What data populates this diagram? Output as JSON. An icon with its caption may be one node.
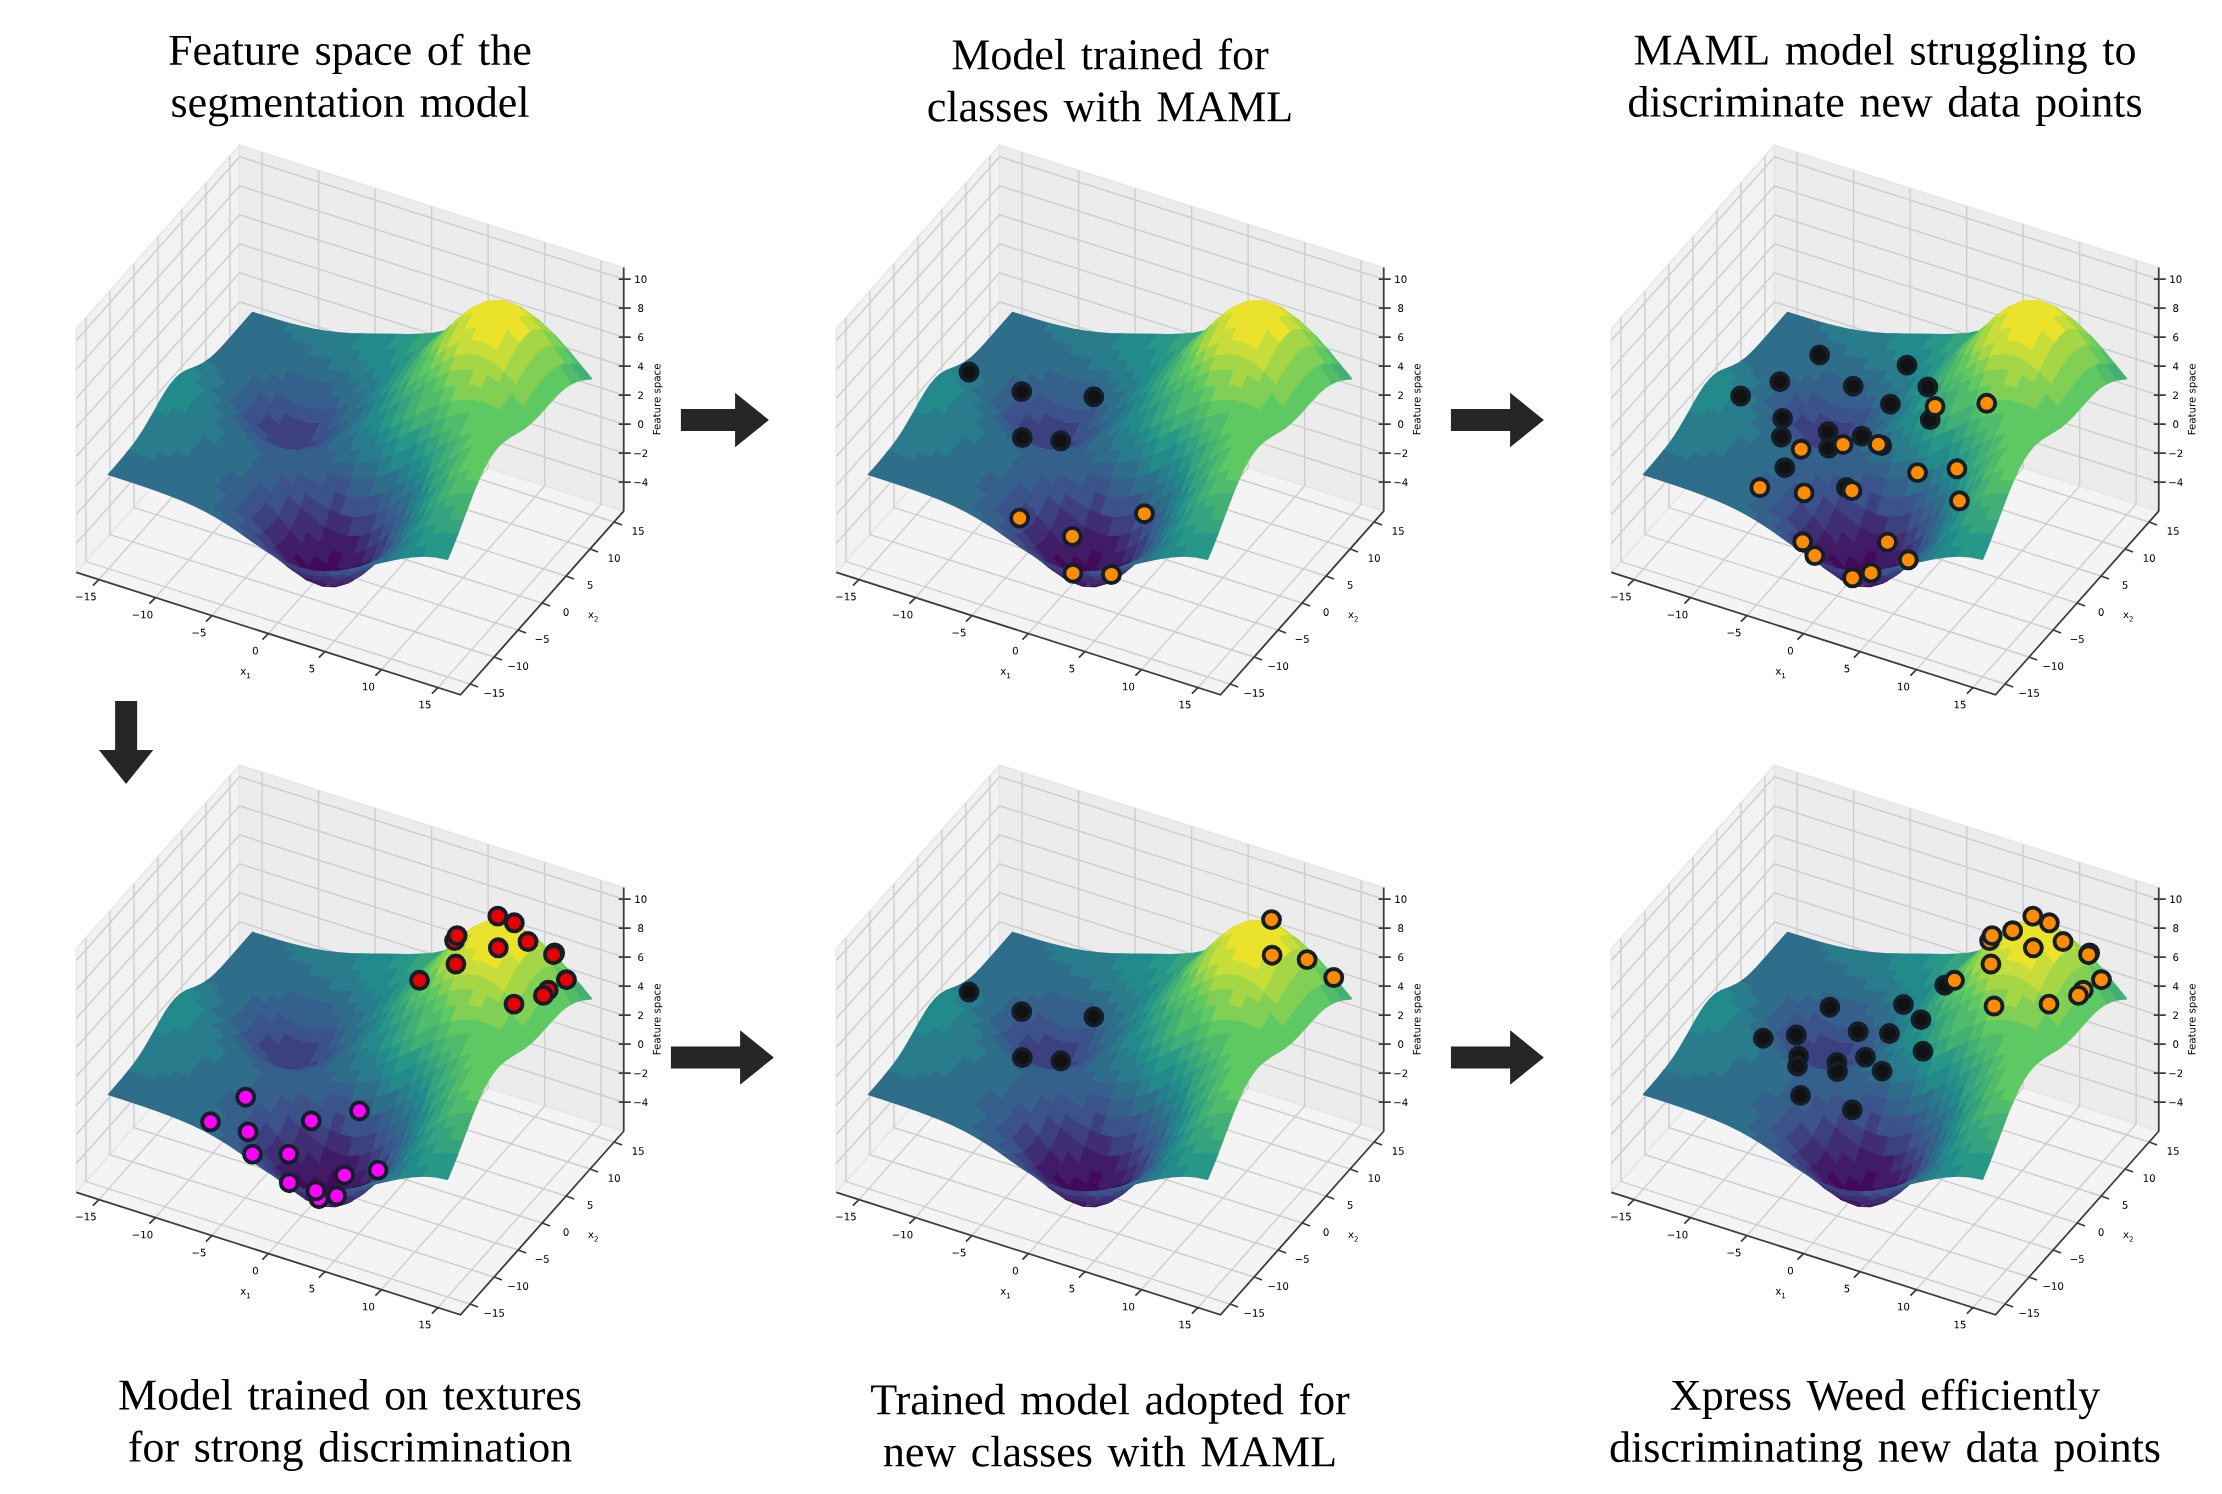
{
  "diagram": {
    "nodes": [
      {
        "text": [
          "Feature space of the segmentation model",
          "−15",
          "−10",
          "−5",
          "0",
          "5",
          "10",
          "15",
          "−15",
          "−10",
          "−5",
          "0",
          "5",
          "10",
          "15",
          "10",
          "8",
          "6",
          "4",
          "2",
          "0",
          "−2",
          "−4",
          "x$_{1}$",
          "x$_{2}$",
          "Feature space"
        ]
      },
      {
        "text": [
          "Model trained for classes with MAML",
          "−15",
          "−10",
          "−5",
          "0",
          "5",
          "10",
          "15",
          "−15",
          "−10",
          "−5",
          "0",
          "5",
          "10",
          "15",
          "10",
          "8",
          "6",
          "4",
          "2",
          "0",
          "−2",
          "−4",
          "x$_{1}$",
          "x$_{2}$",
          "Feature space"
        ]
      },
      {
        "text": [
          "MAML model struggling to discriminate new data points",
          "−15",
          "−10",
          "−5",
          "0",
          "5",
          "10",
          "15",
          "−15",
          "−10",
          "−5",
          "0",
          "5",
          "10",
          "15",
          "10",
          "8",
          "6",
          "4",
          "2",
          "0",
          "−2",
          "−4",
          "x$_{1}$",
          "x$_{2}$",
          "Feature space"
        ]
      },
      {
        "text": [
          "Model trained on textures for strong discrimination",
          "−15",
          "−10",
          "−5",
          "0",
          "5",
          "10",
          "15",
          "−15",
          "−10",
          "−5",
          "0",
          "5",
          "10",
          "15",
          "10",
          "8",
          "6",
          "4",
          "2",
          "0",
          "−2",
          "−4",
          "x$_{1}$",
          "x$_{2}$",
          "Feature space"
        ]
      },
      {
        "text": [
          "Trained model adopted for new classes with MAML",
          "−15",
          "−10",
          "−5",
          "0",
          "5",
          "10",
          "15",
          "−15",
          "−10",
          "−5",
          "0",
          "5",
          "10",
          "15",
          "10",
          "8",
          "6",
          "4",
          "2",
          "0",
          "−2",
          "−4",
          "x$_{1}$",
          "x$_{2}$",
          "Feature space"
        ]
      },
      {
        "text": [
          "Xpress Weed efficiently discriminating new data points",
          "−15",
          "−10",
          "−5",
          "0",
          "5",
          "10",
          "15",
          "−15",
          "−10",
          "−5",
          "0",
          "5",
          "10",
          "15",
          "10",
          "8",
          "6",
          "4",
          "2",
          "0",
          "−2",
          "−4",
          "x$_{1}$",
          "x$_{2}$",
          "Feature space"
        ]
      }
    ],
    "edges": [
      {
        "from": 0,
        "to": 1,
        "arrow": "to"
      },
      {
        "from": 1,
        "to": 2,
        "arrow": "to"
      },
      {
        "from": 0,
        "to": 3,
        "arrow": "to"
      },
      {
        "from": 3,
        "to": 4,
        "arrow": "to"
      },
      {
        "from": 4,
        "to": 5,
        "arrow": "to"
      }
    ]
  }
}
